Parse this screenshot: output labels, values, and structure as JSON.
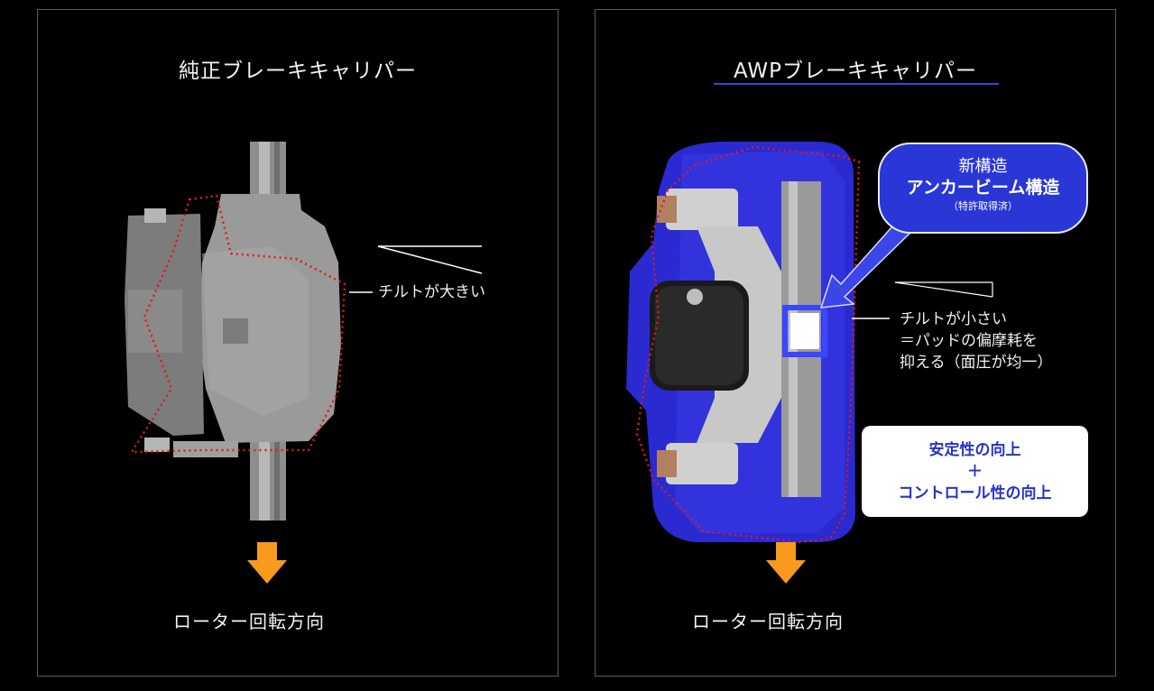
{
  "left_panel": {
    "title": "純正ブレーキキャリパー",
    "tilt_label": "チルトが大きい",
    "rotation_label": "ローター回転方向"
  },
  "right_panel": {
    "title": "AWPブレーキキャリパー",
    "callout": {
      "line1": "新構造",
      "line2": "アンカービーム構造",
      "line3": "（特許取得済）"
    },
    "tilt_label": {
      "line1": "チルトが小さい",
      "line2": "＝パッドの偏摩耗を",
      "line3": "抑える（面圧が均一）"
    },
    "benefit": {
      "line1": "安定性の向上",
      "line2": "＋",
      "line3": "コントロール性の向上"
    },
    "rotation_label": "ローター回転方向"
  },
  "colors": {
    "background": "#000000",
    "accent_blue": "#2a36d6",
    "arrow_orange": "#f79a1e",
    "dotted_red": "#e01a1a"
  }
}
